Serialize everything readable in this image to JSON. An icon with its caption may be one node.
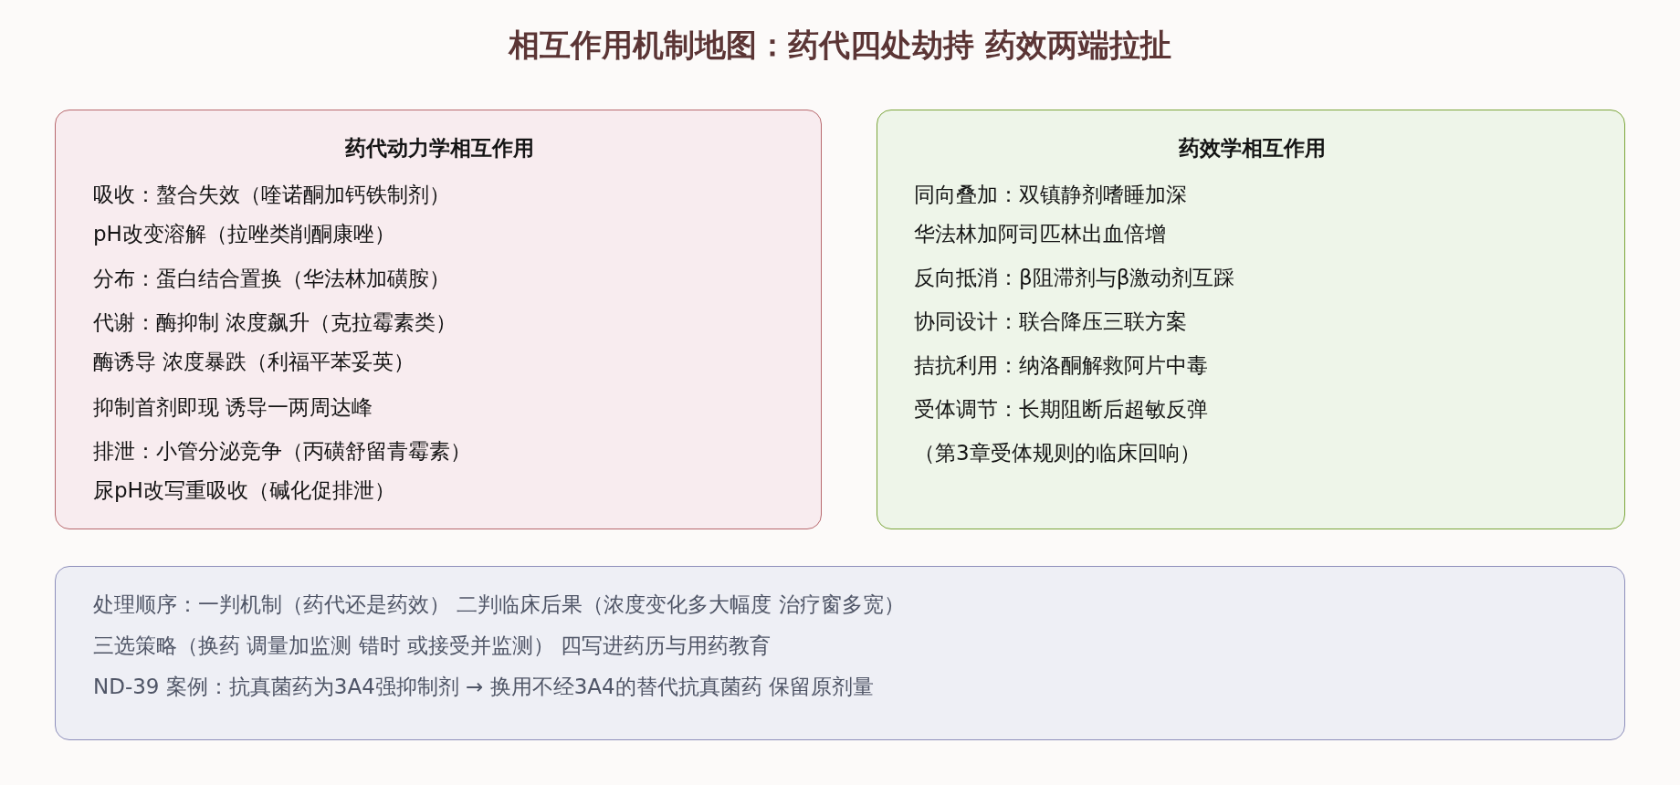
{
  "diagram": {
    "title": "相互作用机制地图：药代四处劫持 药效两端拉扯",
    "nodes": [
      {
        "text": [
          "药代动力学相互作用",
          "吸收：螯合失效（喹诺酮加钙铁制剂）",
          "pH改变溶解（拉唑类削酮康唑）",
          "分布：蛋白结合置换（华法林加磺胺）",
          "代谢：酶抑制 浓度飙升（克拉霉素类）",
          "酶诱导 浓度暴跌（利福平苯妥英）",
          "抑制首剂即现 诱导一两周达峰",
          "排泄：小管分泌竞争（丙磺舒留青霉素）",
          "尿pH改写重吸收（碱化促排泄）"
        ]
      },
      {
        "text": [
          "药效学相互作用",
          "同向叠加：双镇静剂嗜睡加深",
          "华法林加阿司匹林出血倍增",
          "反向抵消：β阻滞剂与β激动剂互踩",
          "协同设计：联合降压三联方案",
          "拮抗利用：纳洛酮解救阿片中毒",
          "受体调节：长期阻断后超敏反弹",
          "（第3章受体规则的临床回响）"
        ]
      },
      {
        "text": [
          "处理顺序：一判机制（药代还是药效） 二判临床后果（浓度变化多大幅度 治疗窗多宽）",
          "三选策略（换药 调量加监测 错时 或接受并监测） 四写进药历与用药教育",
          "ND-39 案例：抗真菌药为3A4强抑制剂 → 换用不经3A4的替代抗真菌药 保留原剂量"
        ]
      }
    ]
  }
}
